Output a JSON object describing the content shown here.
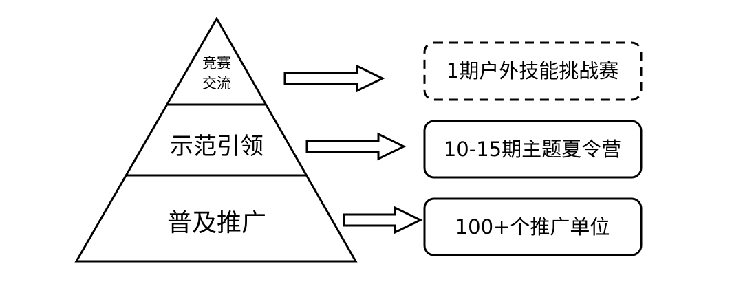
{
  "pyramid": {
    "levels": [
      {
        "id": "top",
        "lines": [
          "竞赛",
          "交流"
        ]
      },
      {
        "id": "middle",
        "label": "示范引领"
      },
      {
        "id": "bottom",
        "label": "普及推广"
      }
    ]
  },
  "outcomes": [
    {
      "id": "top",
      "label": "1期户外技能挑战赛",
      "border": "dashed"
    },
    {
      "id": "middle",
      "label": "10-15期主题夏令营",
      "border": "solid"
    },
    {
      "id": "bottom",
      "label": "100+个推广单位",
      "border": "solid"
    }
  ],
  "colors": {
    "stroke": "#000000",
    "background": "#ffffff"
  }
}
